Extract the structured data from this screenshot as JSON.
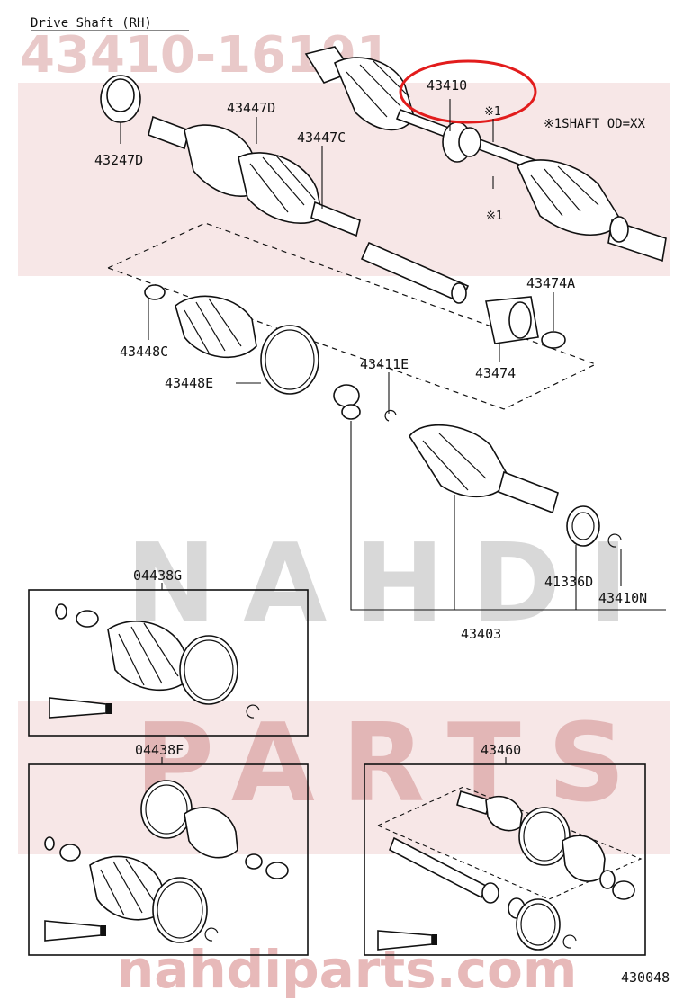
{
  "header": {
    "title": "Drive Shaft (RH)",
    "part_number_watermark": "43410-16191",
    "note": "※1SHAFT OD=XX",
    "figure_number": "430048"
  },
  "watermark": {
    "word_main": "NAHDI",
    "word_sub": "PARTS",
    "url": "nahdiparts.com",
    "brand_color": "#e9b3b3"
  },
  "highlight_color": "#e21c1c",
  "callouts": {
    "c43410": "43410",
    "c43447D": "43447D",
    "c43447C": "43447C",
    "c43247D": "43247D",
    "c43474A": "43474A",
    "c43448C": "43448C",
    "c43474": "43474",
    "c43448E": "43448E",
    "c43411E": "43411E",
    "c41336D": "41336D",
    "c43410N": "43410N",
    "c43403": "43403",
    "mark1_top": "※1",
    "mark1_bottom": "※1"
  },
  "kits": {
    "g": "04438G",
    "f": "04438F",
    "k43460": "43460"
  }
}
